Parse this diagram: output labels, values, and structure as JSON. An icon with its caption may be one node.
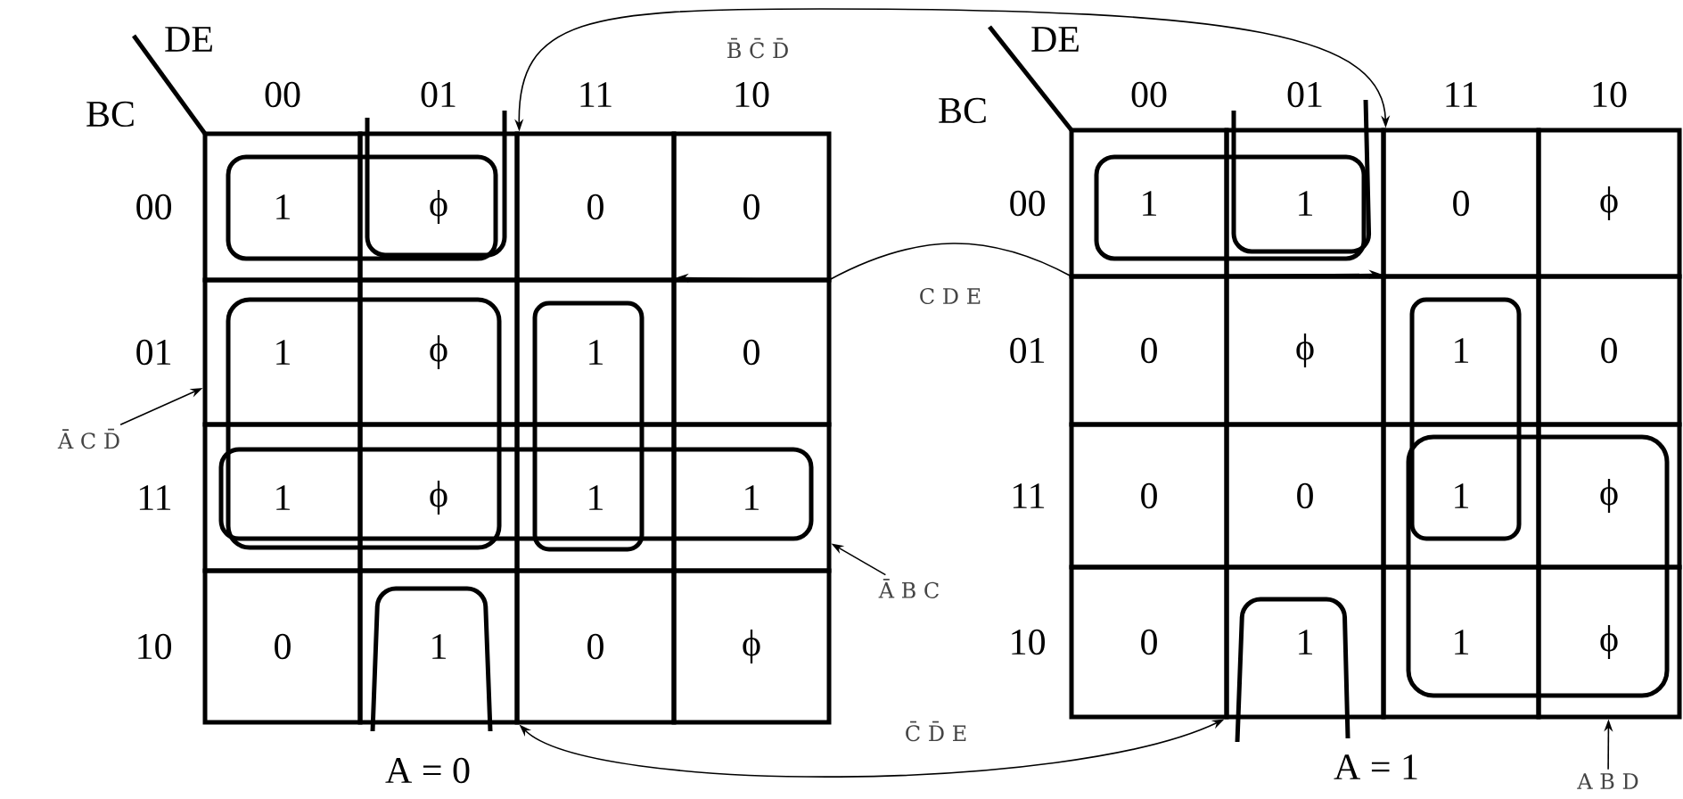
{
  "diagram": {
    "nodes": [
      {
        "text": [
          "1"
        ]
      },
      {
        "text": [
          "ϕ"
        ]
      },
      {
        "text": [
          "0"
        ]
      },
      {
        "text": [
          "0"
        ]
      },
      {
        "text": [
          "1"
        ]
      },
      {
        "text": [
          "ϕ"
        ]
      },
      {
        "text": [
          "1"
        ]
      },
      {
        "text": [
          "0"
        ]
      },
      {
        "text": [
          "1"
        ]
      },
      {
        "text": [
          "ϕ"
        ]
      },
      {
        "text": [
          "1"
        ]
      },
      {
        "text": [
          "1"
        ]
      },
      {
        "text": [
          "0"
        ]
      },
      {
        "text": [
          "1"
        ]
      },
      {
        "text": [
          "0"
        ]
      },
      {
        "text": [
          "ϕ"
        ]
      },
      {
        "text": [
          "1"
        ]
      },
      {
        "text": [
          "1"
        ]
      },
      {
        "text": [
          "0"
        ]
      },
      {
        "text": [
          "ϕ"
        ]
      },
      {
        "text": [
          "0"
        ]
      },
      {
        "text": [
          "ϕ"
        ]
      },
      {
        "text": [
          "1"
        ]
      },
      {
        "text": [
          "0"
        ]
      },
      {
        "text": [
          "0"
        ]
      },
      {
        "text": [
          "0"
        ]
      },
      {
        "text": [
          "1"
        ]
      },
      {
        "text": [
          "ϕ"
        ]
      },
      {
        "text": [
          "0"
        ]
      },
      {
        "text": [
          "1"
        ]
      },
      {
        "text": [
          "1"
        ]
      },
      {
        "text": [
          "ϕ"
        ]
      },
      {
        "text": [
          "Ā C D̄"
        ]
      },
      {
        "text": [
          "Ā B C"
        ]
      },
      {
        "text": [
          "A B D"
        ]
      }
    ],
    "edges": [
      {
        "from": 1,
        "to": 17,
        "arrow": "both",
        "label": "B̄ C̄ D̄"
      },
      {
        "from": 6,
        "to": 22,
        "arrow": "both",
        "label": "C D E"
      },
      {
        "from": 13,
        "to": 29,
        "arrow": "both",
        "label": "C̄ D̄ E"
      },
      {
        "from": 32,
        "to": 4,
        "arrow": "to"
      },
      {
        "from": 33,
        "to": 11,
        "arrow": "to"
      },
      {
        "from": 34,
        "to": 31,
        "arrow": "to"
      }
    ],
    "labels": [
      "DE",
      "BC",
      "00",
      "01",
      "11",
      "10",
      "00",
      "01",
      "11",
      "10",
      "A = 0",
      "DE",
      "BC",
      "00",
      "01",
      "11",
      "10",
      "00",
      "01",
      "11",
      "10",
      "A = 1"
    ]
  }
}
